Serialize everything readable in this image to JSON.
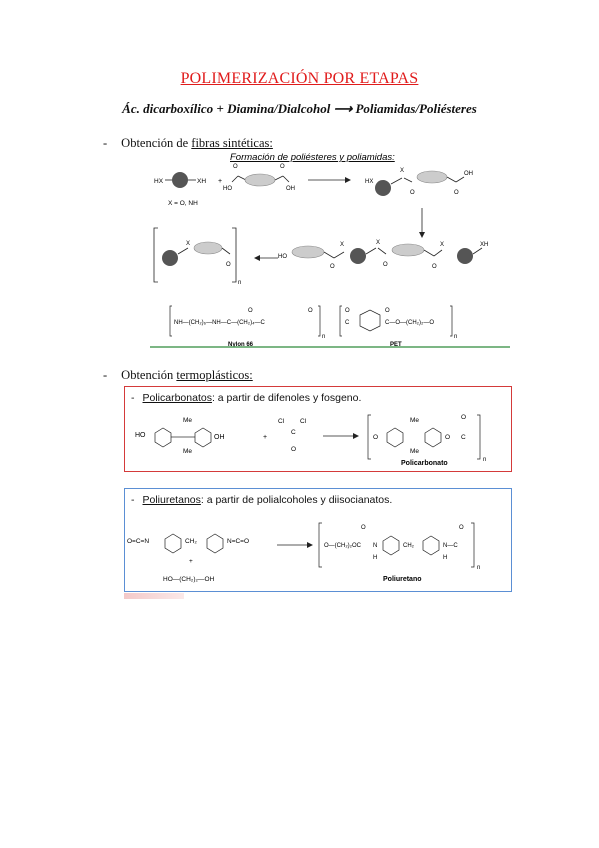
{
  "title": "POLIMERIZACIÓN POR ETAPAS",
  "equation": "Ác. dicarboxílico + Diamina/Dialcohol  ⟶ Poliamidas/Poliésteres",
  "section1": {
    "dash": "-",
    "prefix": "Obtención de ",
    "underlined": "fibras sintéticas:",
    "figure_title": "Formación de poliésteres y poliamidas:",
    "x_note": "X = O, NH",
    "nylon_label": "Nylon 66",
    "pet_label": "PET"
  },
  "section2": {
    "dash": "-",
    "prefix": "Obtención ",
    "underlined": "termoplásticos:"
  },
  "policarbonatos": {
    "dash": "-",
    "name": "Policarbonatos",
    "rest": ": a partir de difenoles y fosgeno.",
    "product_label": "Policarbonato"
  },
  "poliuretanos": {
    "dash": "-",
    "name": "Poliuretanos",
    "rest": ": a partir de polialcoholes y diisocianatos.",
    "product_label": "Poliuretano"
  },
  "colors": {
    "title": "#e01b1b",
    "red_box": "#d43a3a",
    "blue_box": "#5b8fd4",
    "green_line": "#2e8b3a"
  }
}
